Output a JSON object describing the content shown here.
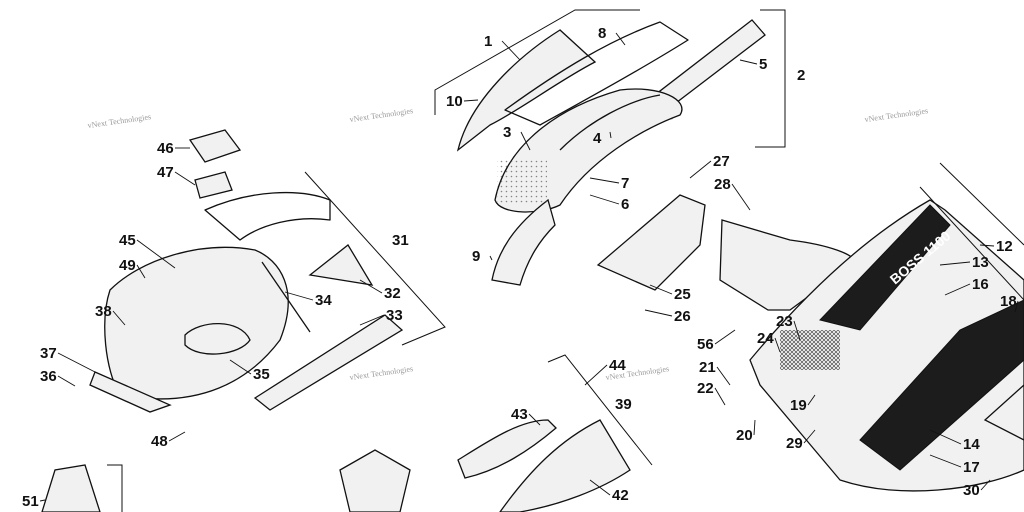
{
  "watermark": "vNext Technologies",
  "callouts": [
    "1",
    "2",
    "3",
    "4",
    "5",
    "6",
    "7",
    "8",
    "9",
    "10",
    "12",
    "13",
    "14",
    "16",
    "17",
    "18",
    "19",
    "20",
    "21",
    "22",
    "23",
    "24",
    "25",
    "26",
    "27",
    "28",
    "29",
    "30",
    "31",
    "32",
    "33",
    "34",
    "35",
    "36",
    "37",
    "38",
    "39",
    "42",
    "43",
    "44",
    "45",
    "46",
    "47",
    "48",
    "49",
    "51",
    "56"
  ],
  "graphic": "BOSS 1100"
}
